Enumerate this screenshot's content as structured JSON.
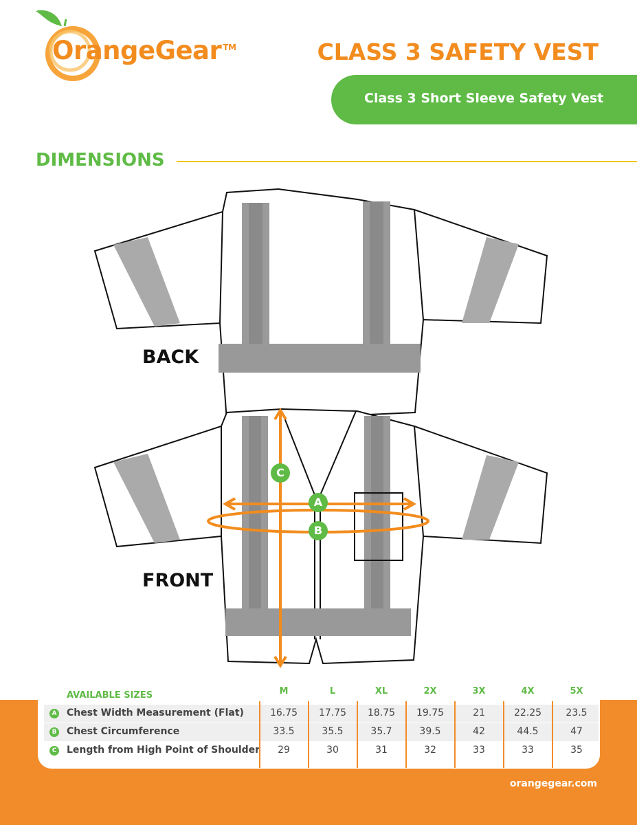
{
  "brand": {
    "name": "OrangeGear",
    "tm": "TM",
    "accent": "#f28c1e",
    "green": "#5fbb46"
  },
  "header": {
    "title": "CLASS 3 SAFETY VEST",
    "subtitle": "Class 3 Short Sleeve Safety Vest"
  },
  "dimensions": {
    "heading": "DIMENSIONS",
    "back_label": "BACK",
    "front_label": "FRONT",
    "markers": {
      "a": "A",
      "b": "B",
      "c": "C"
    }
  },
  "table": {
    "heading": "AVAILABLE SIZES",
    "sizes": [
      "M",
      "L",
      "XL",
      "2X",
      "3X",
      "4X",
      "5X"
    ],
    "rows": [
      {
        "key": "A",
        "label": "Chest Width Measurement (Flat)",
        "values": [
          "16.75",
          "17.75",
          "18.75",
          "19.75",
          "21",
          "22.25",
          "23.5"
        ]
      },
      {
        "key": "B",
        "label": "Chest Circumference",
        "values": [
          "33.5",
          "35.5",
          "35.7",
          "39.5",
          "42",
          "44.5",
          "47"
        ]
      },
      {
        "key": "C",
        "label": "Length from High Point of Shoulder",
        "values": [
          "29",
          "30",
          "31",
          "32",
          "33",
          "33",
          "35"
        ]
      }
    ]
  },
  "footer": {
    "url": "orangegear.com"
  }
}
